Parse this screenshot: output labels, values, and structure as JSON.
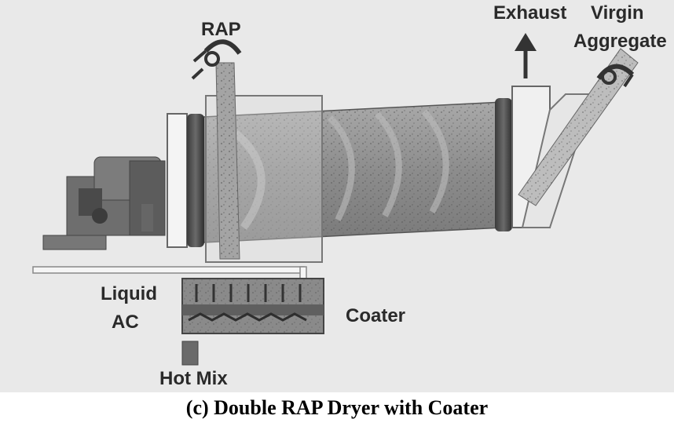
{
  "labels": {
    "rap": "RAP",
    "exhaust": "Exhaust",
    "virgin_line1": "Virgin",
    "virgin_line2": "Aggregate",
    "liquid_line1": "Liquid",
    "liquid_line2": "AC",
    "coater": "Coater",
    "hot_mix": "Hot Mix"
  },
  "caption": "(c) Double RAP Dryer with Coater"
}
